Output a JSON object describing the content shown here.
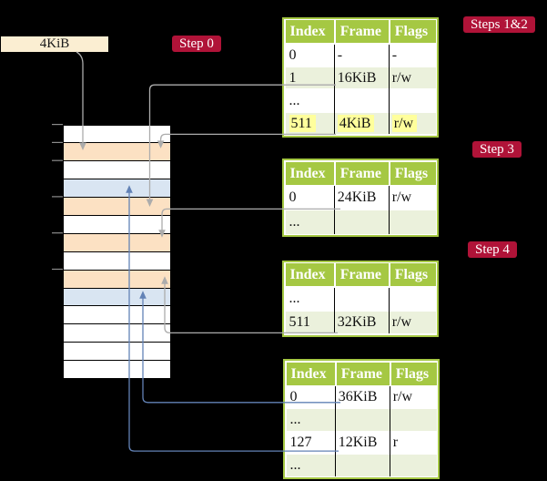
{
  "title_box": {
    "label": "4KiB"
  },
  "badges": [
    {
      "id": "step0",
      "label": "Step 0"
    },
    {
      "id": "steps12",
      "label": "Steps 1&2"
    },
    {
      "id": "step3",
      "label": "Step 3"
    },
    {
      "id": "step4",
      "label": "Step 4"
    }
  ],
  "memory": {
    "rows": [
      "white",
      "peach",
      "white",
      "blue",
      "peach",
      "white",
      "peach",
      "white",
      "peach",
      "blue",
      "white",
      "white",
      "white",
      "white"
    ]
  },
  "tables": [
    {
      "name": "page-table-steps-1-2",
      "headers": [
        "Index",
        "Frame",
        "Flags"
      ],
      "rows": [
        {
          "cells": [
            "0",
            "-",
            "-"
          ],
          "shade": "white",
          "highlight": false
        },
        {
          "cells": [
            "1",
            "16KiB",
            "r/w"
          ],
          "shade": "green",
          "highlight": false
        },
        {
          "cells": [
            "...",
            "",
            ""
          ],
          "shade": "white",
          "highlight": false
        },
        {
          "cells": [
            "511",
            "4KiB",
            "r/w"
          ],
          "shade": "green",
          "highlight": true
        }
      ]
    },
    {
      "name": "page-table-step-3",
      "headers": [
        "Index",
        "Frame",
        "Flags"
      ],
      "rows": [
        {
          "cells": [
            "0",
            "24KiB",
            "r/w"
          ],
          "shade": "white",
          "highlight": false
        },
        {
          "cells": [
            "...",
            "",
            ""
          ],
          "shade": "green",
          "highlight": false
        }
      ]
    },
    {
      "name": "page-table-step-4-upper",
      "headers": [
        "Index",
        "Frame",
        "Flags"
      ],
      "rows": [
        {
          "cells": [
            "...",
            "",
            ""
          ],
          "shade": "white",
          "highlight": false
        },
        {
          "cells": [
            "511",
            "32KiB",
            "r/w"
          ],
          "shade": "green",
          "highlight": false
        }
      ]
    },
    {
      "name": "page-table-step-4-lower",
      "headers": [
        "Index",
        "Frame",
        "Flags"
      ],
      "rows": [
        {
          "cells": [
            "0",
            "36KiB",
            "r/w"
          ],
          "shade": "white",
          "highlight": false
        },
        {
          "cells": [
            "...",
            "",
            ""
          ],
          "shade": "green",
          "highlight": false
        },
        {
          "cells": [
            "127",
            "12KiB",
            "r"
          ],
          "shade": "white",
          "highlight": false
        },
        {
          "cells": [
            "...",
            "",
            ""
          ],
          "shade": "green",
          "highlight": false
        }
      ]
    }
  ],
  "colors": {
    "header_green": "#A5C843",
    "row_green": "#EBF1DC",
    "memory_peach": "#FCE1C3",
    "memory_blue": "#D9E5F2",
    "size_box_wheat": "#FBEED2",
    "badge_red": "#B01338",
    "highlight_yellow": "#FFFF9C",
    "connector_gray": "#ACACAC",
    "connector_blue": "#6282B6"
  }
}
